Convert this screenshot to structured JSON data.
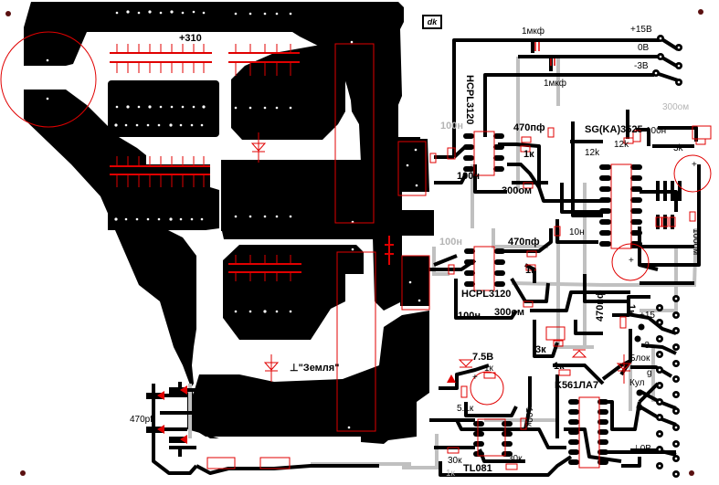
{
  "title": "Сетевой инвертор — печатная плата (вид трассировки)",
  "colors": {
    "copper": "#000000",
    "silkscreen": "#e00000",
    "jumper": "#c0c0c0",
    "background": "#ffffff",
    "drill": "#ffffff"
  },
  "logo": {
    "text": "dk"
  },
  "power_section": {
    "bus_label": "+310",
    "ground_label": "⊥\"Земля\"",
    "snubber_cap_label": "470pf"
  },
  "supply_input": {
    "cap_top": "1мкф",
    "cap_bottom": "1мкф",
    "rails": [
      "+15В",
      "0В",
      "-3В"
    ]
  },
  "driver_upper": {
    "ic": "HCPL3120",
    "labels": [
      "100н",
      "470пф",
      "1к",
      "100н",
      "300ом"
    ]
  },
  "driver_lower": {
    "ic": "HCPL3120",
    "labels": [
      "100н",
      "470пф",
      "1к",
      "100н",
      "300ом"
    ]
  },
  "pwm_controller": {
    "ic": "SG(KA)3525",
    "labels": [
      "300ом",
      "100н",
      "12k",
      "12k",
      "3k",
      "10н",
      "100ом",
      "470пф",
      "1к",
      "3к"
    ]
  },
  "logic": {
    "ic": "K561ЛА7",
    "labels": [
      "1к"
    ]
  },
  "feedback": {
    "ic": "TL081",
    "labels": [
      "7.5В",
      "1к",
      "5.1к",
      "100к",
      "30к",
      "30к",
      "1к"
    ]
  },
  "connector": {
    "labels": [
      "+15",
      "-3",
      "Блок",
      "g",
      "Кул",
      "⊥0В"
    ]
  }
}
